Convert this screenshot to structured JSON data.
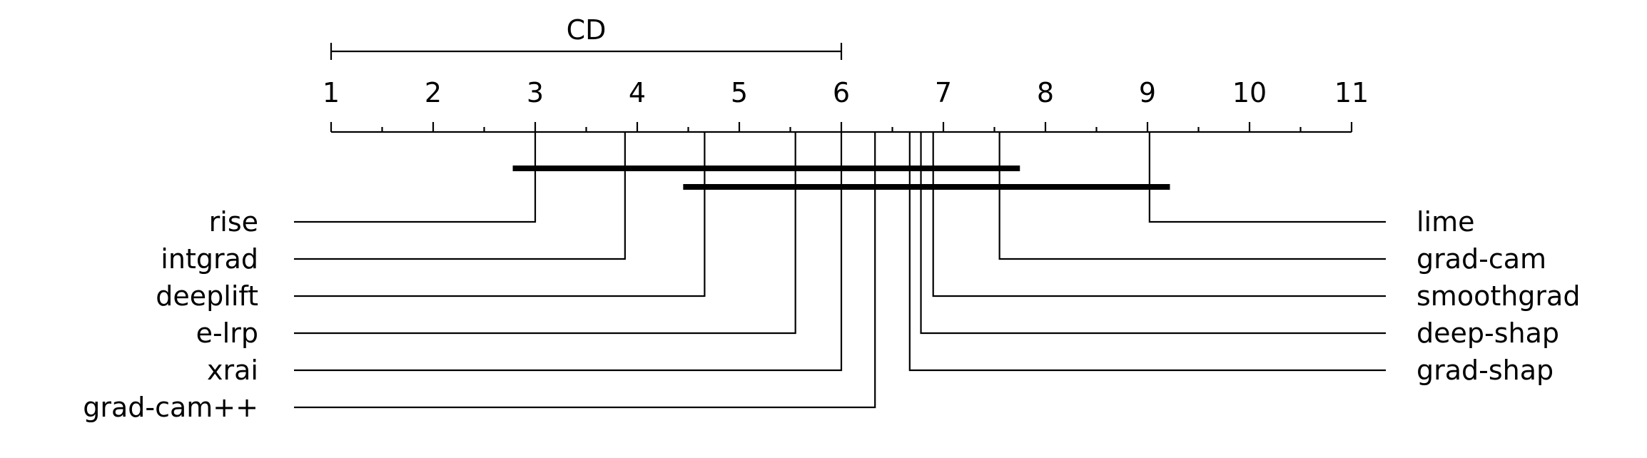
{
  "chart_data": {
    "type": "critical-difference-diagram",
    "axis": {
      "min": 1,
      "max": 11,
      "ticks": [
        1,
        2,
        3,
        4,
        5,
        6,
        7,
        8,
        9,
        10,
        11
      ],
      "tick_labels": [
        "1",
        "2",
        "3",
        "4",
        "5",
        "6",
        "7",
        "8",
        "9",
        "10",
        "11"
      ]
    },
    "cd": {
      "label": "CD",
      "value": 5.0
    },
    "methods": [
      {
        "name": "rise",
        "rank": 3.0,
        "side": "left"
      },
      {
        "name": "intgrad",
        "rank": 3.88,
        "side": "left"
      },
      {
        "name": "deeplift",
        "rank": 4.66,
        "side": "left"
      },
      {
        "name": "e-lrp",
        "rank": 5.55,
        "side": "left"
      },
      {
        "name": "xrai",
        "rank": 6.0,
        "side": "left"
      },
      {
        "name": "grad-cam++",
        "rank": 6.33,
        "side": "left"
      },
      {
        "name": "lime",
        "rank": 9.02,
        "side": "right"
      },
      {
        "name": "grad-cam",
        "rank": 7.55,
        "side": "right"
      },
      {
        "name": "smoothgrad",
        "rank": 6.9,
        "side": "right"
      },
      {
        "name": "deep-shap",
        "rank": 6.78,
        "side": "right"
      },
      {
        "name": "grad-shap",
        "rank": 6.67,
        "side": "right"
      }
    ],
    "cliques": [
      {
        "from": 2.78,
        "to": 7.75
      },
      {
        "from": 4.45,
        "to": 9.22
      }
    ]
  }
}
